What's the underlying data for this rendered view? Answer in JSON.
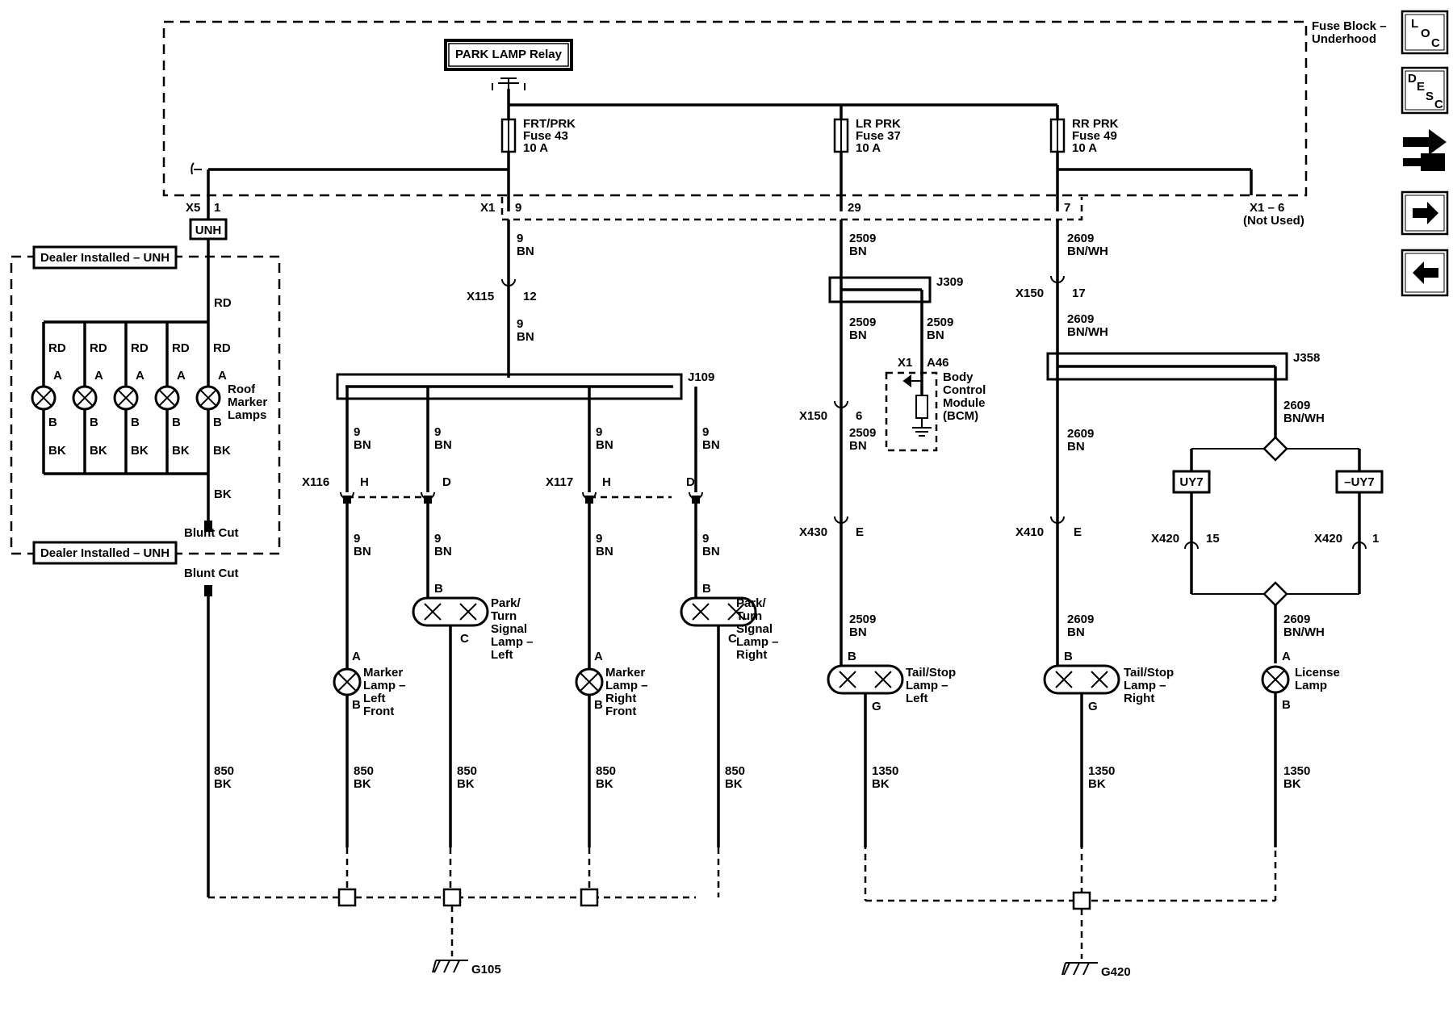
{
  "fuse_block": {
    "label": [
      "Fuse Block –",
      "Underhood"
    ]
  },
  "relay": {
    "label": "PARK LAMP Relay"
  },
  "fuses": [
    {
      "lines": [
        "FRT/PRK",
        "Fuse 43",
        "10 A"
      ]
    },
    {
      "lines": [
        "LR PRK",
        "Fuse 37",
        "10 A"
      ]
    },
    {
      "lines": [
        "RR PRK",
        "Fuse 49",
        "10 A"
      ]
    }
  ],
  "connectors": {
    "x5": "X5",
    "x5_pin": "1",
    "x1": "X1",
    "x1_pin_a": "9",
    "x1_pin_b": "29",
    "x1_pin_c": "7",
    "x1_6": "X1 – 6",
    "not_used": "(Not Used)",
    "x115": "X115",
    "x115_pin": "12",
    "x116": "X116",
    "x117": "X117",
    "pin_h": "H",
    "pin_d": "D",
    "x150": "X150",
    "x150_pin_6": "6",
    "x150_pin_17": "17",
    "x430": "X430",
    "x410": "X410",
    "pin_e": "E",
    "x420": "X420",
    "x420_pin_15": "15",
    "x420_pin_1": "1",
    "x1_bcm": "X1",
    "a46": "A46"
  },
  "options": {
    "unh": "UNH",
    "uy7": "UY7",
    "not_uy7": "–UY7"
  },
  "dealer": {
    "label": "Dealer Installed – UNH",
    "blunt_cut": "Blunt Cut"
  },
  "splices": {
    "j109": "J109",
    "j309": "J309",
    "j358": "J358"
  },
  "wires": {
    "rd": "RD",
    "bk": "BK",
    "c9": "9",
    "bn": "BN",
    "c2509": "2509",
    "c2609": "2609",
    "bnwh": "BN/WH",
    "c850": "850",
    "c1350": "1350"
  },
  "pins": {
    "a": "A",
    "b": "B",
    "c": "C",
    "g": "G"
  },
  "components": {
    "roof": [
      "Roof",
      "Marker",
      "Lamps"
    ],
    "marker_left": [
      "Marker",
      "Lamp –",
      "Left",
      "Front"
    ],
    "marker_right": [
      "Marker",
      "Lamp –",
      "Right",
      "Front"
    ],
    "park_left": [
      "Park/",
      "Turn",
      "Signal",
      "Lamp –",
      "Left"
    ],
    "park_right": [
      "Park/",
      "Turn",
      "Signal",
      "Lamp –",
      "Right"
    ],
    "tail_left": [
      "Tail/Stop",
      "Lamp –",
      "Left"
    ],
    "tail_right": [
      "Tail/Stop",
      "Lamp –",
      "Right"
    ],
    "license": [
      "License",
      "Lamp"
    ],
    "bcm": [
      "Body",
      "Control",
      "Module",
      "(BCM)"
    ]
  },
  "grounds": {
    "g105": "G105",
    "g420": "G420"
  },
  "nav": {
    "loc": [
      "L",
      "O",
      "C"
    ],
    "desc": [
      "D",
      "E",
      "S",
      "C"
    ],
    "icons": [
      "connector-end-view-icon",
      "arrow-right-icon",
      "arrow-left-icon"
    ]
  }
}
